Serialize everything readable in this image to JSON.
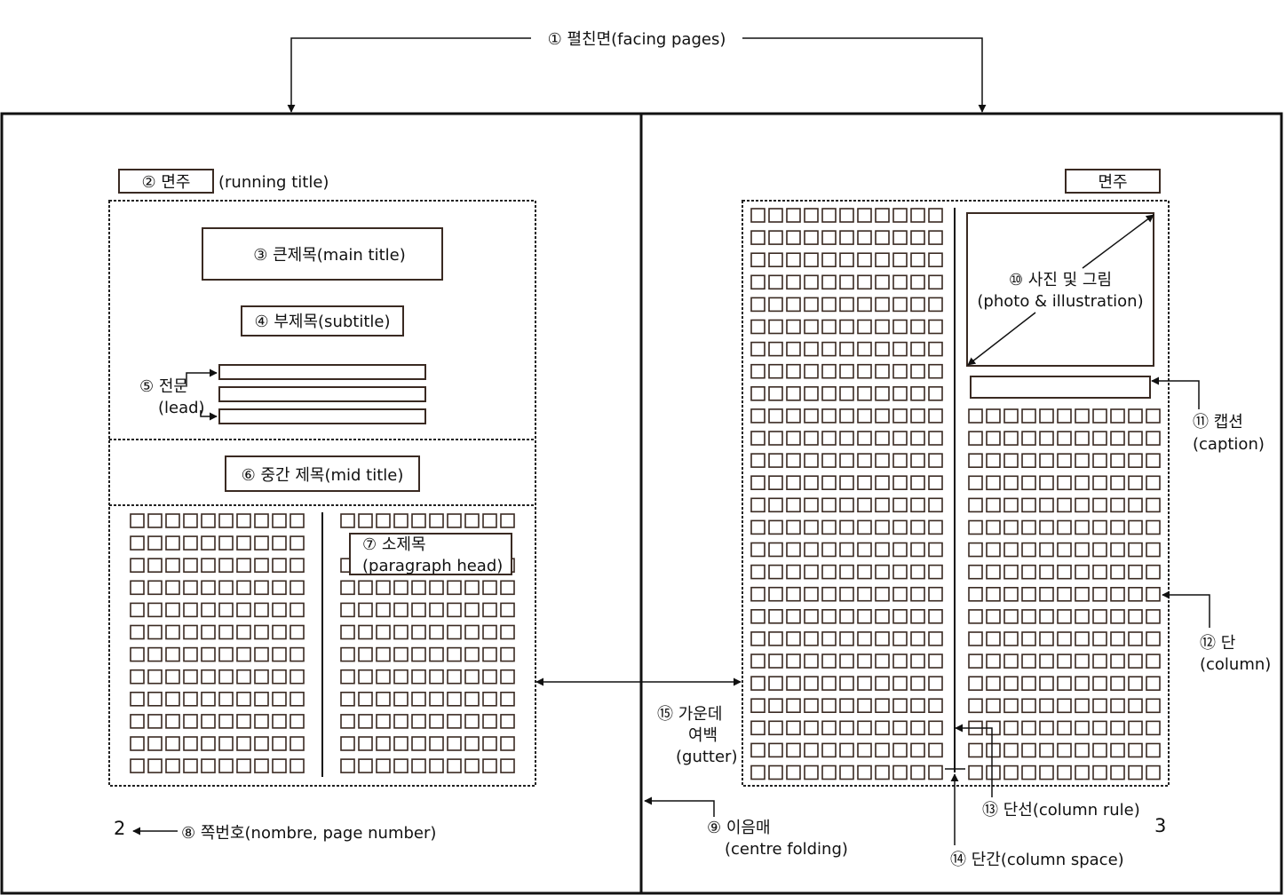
{
  "labels": {
    "facing_pages": "① 펼친면(facing pages)",
    "running_title_ko": "② 면주",
    "running_title_en": "(running title)",
    "running_title_right": "면주",
    "main_title": "③ 큰제목(main title)",
    "subtitle": "④ 부제목(subtitle)",
    "lead_ko": "⑤ 전문",
    "lead_en": "(lead)",
    "mid_title": "⑥ 중간 제목(mid title)",
    "paragraph_head_ko": "⑦ 소제목",
    "paragraph_head_en": "(paragraph head)",
    "page_number_label": "⑧ 쪽번호(nombre, page number)",
    "centre_folding_ko": "⑨ 이음매",
    "centre_folding_en": "(centre folding)",
    "photo_ko": "⑩ 사진 및 그림",
    "photo_en": "(photo & illustration)",
    "caption_ko": "⑪ 캡션",
    "caption_en": "(caption)",
    "column_ko": "⑫ 단",
    "column_en": "(column)",
    "column_rule": "⑬ 단선(column rule)",
    "column_space": "⑭ 단간(column space)",
    "gutter_ko1": "⑮ 가운데",
    "gutter_ko2": "여백",
    "gutter_en": "(gutter)"
  },
  "page_numbers": {
    "left": "2",
    "right": "3"
  }
}
